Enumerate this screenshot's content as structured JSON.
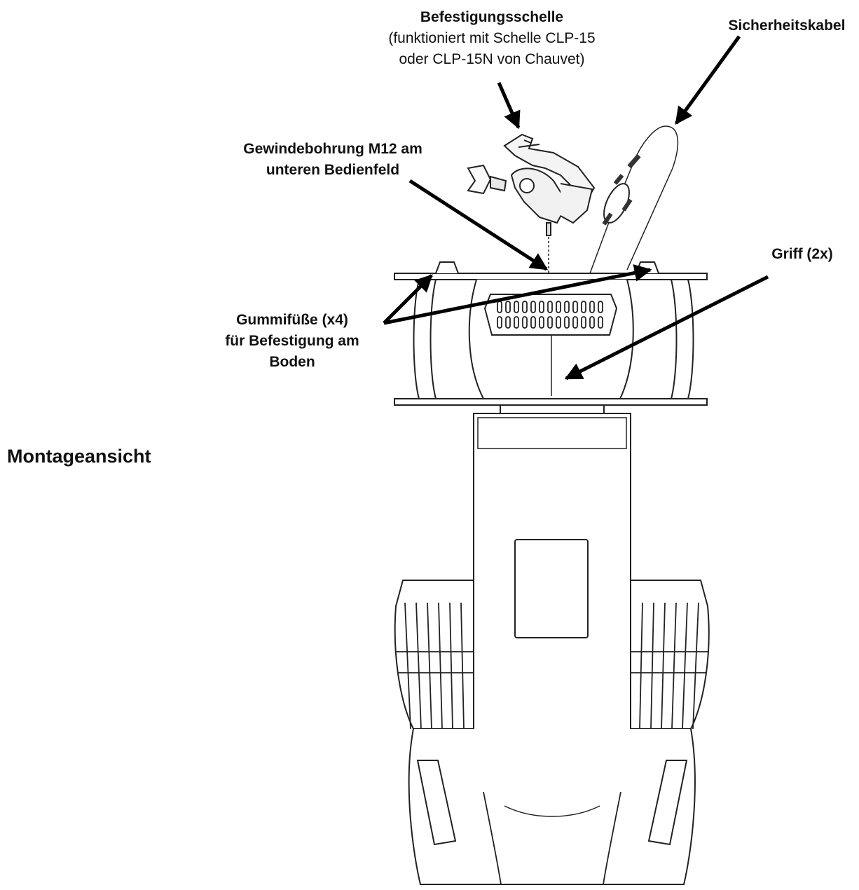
{
  "view_title": "Montageansicht",
  "labels": {
    "clamp_title": "Befestigungsschelle",
    "clamp_note_1": "(funktioniert mit Schelle CLP-15",
    "clamp_note_2": "oder CLP-15N von Chauvet)",
    "safety_cable": "Sicherheitskabel",
    "thread_1": "Gewindebohrung M12 am",
    "thread_2": "unteren Bedienfeld",
    "feet_1": "Gummifüße (x4)",
    "feet_2": "für Befestigung am",
    "feet_3": "Boden",
    "handle": "Griff (2x)"
  }
}
